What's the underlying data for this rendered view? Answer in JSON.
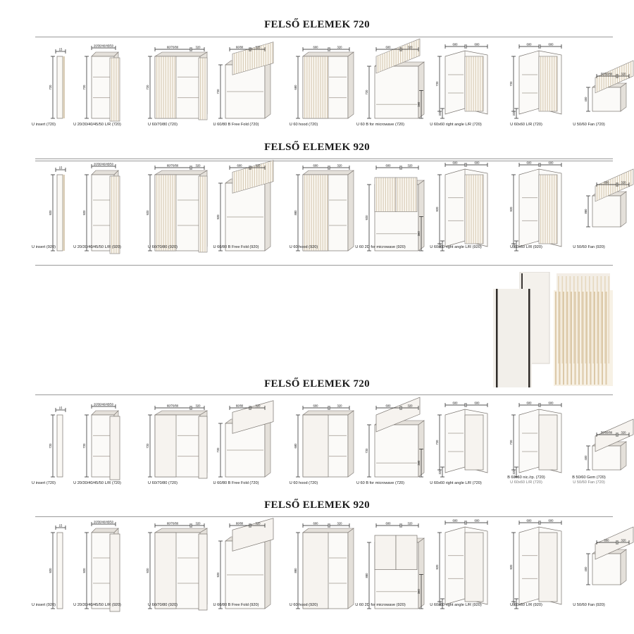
{
  "sections": [
    {
      "title": "FELSŐ ELEMEK 720",
      "finish": "fluted",
      "items": [
        {
          "type": "insert",
          "label": "U insert (720)",
          "dims": [
            "15",
            "720"
          ]
        },
        {
          "type": "single",
          "label": "U 20/30/40/45/50 L/R (720)",
          "dims": [
            "20/30/40/45/50",
            "720"
          ]
        },
        {
          "type": "double",
          "label": "U 60/70/80 (720)",
          "dims": [
            "60/70/80",
            "320",
            "720"
          ]
        },
        {
          "type": "flap",
          "label": "U 60/80 B Free Fold (720)",
          "dims": [
            "60/80",
            "320",
            "720"
          ]
        },
        {
          "type": "hood",
          "label": "U 60 hood (720)",
          "dims": [
            "600",
            "320",
            "680"
          ]
        },
        {
          "type": "micro",
          "label": "U 60 B for microwave (720)",
          "dims": [
            "600",
            "320",
            "720",
            "380"
          ]
        },
        {
          "type": "corner",
          "label": "U 60x60 right angle L/R (720)",
          "dims": [
            "600",
            "600",
            "720",
            "320"
          ]
        },
        {
          "type": "corner",
          "label": "U 60x60 L/R (720)",
          "dims": [
            "600",
            "600",
            "720",
            "320"
          ]
        },
        {
          "type": "fan",
          "label": "U 50/60 Fan (720)",
          "dims": [
            "50/60/80",
            "320",
            "400"
          ]
        }
      ]
    },
    {
      "title": "FELSŐ ELEMEK 920",
      "finish": "fluted",
      "items": [
        {
          "type": "insert",
          "label": "U insert (920)",
          "dims": [
            "15",
            "920"
          ]
        },
        {
          "type": "single",
          "label": "U 20/30/40/45/50 L/R (920)",
          "dims": [
            "20/30/40/45/50",
            "920"
          ]
        },
        {
          "type": "double",
          "label": "U 60/70/80 (920)",
          "dims": [
            "60/70/80",
            "320",
            "920"
          ]
        },
        {
          "type": "flap",
          "label": "U 60/80 B Free Fold (920)",
          "dims": [
            "600",
            "320",
            "920"
          ]
        },
        {
          "type": "hood",
          "label": "U 60 hood (920)",
          "dims": [
            "600",
            "320",
            "880"
          ]
        },
        {
          "type": "micro",
          "label": "U 60 2D for microwave (920)",
          "dims": [
            "600",
            "320",
            "920",
            "380"
          ]
        },
        {
          "type": "corner",
          "label": "U 60x60 right angle L/R (920)",
          "dims": [
            "600",
            "600",
            "920",
            "320"
          ]
        },
        {
          "type": "corner",
          "label": "U 60x60 L/R (920)",
          "dims": [
            "600",
            "600",
            "920",
            "320"
          ]
        },
        {
          "type": "fan",
          "label": "U 50/60 Fan (920)",
          "dims": [
            "600",
            "320",
            "880"
          ]
        }
      ]
    },
    {
      "title": "FELSŐ ELEMEK 720",
      "finish": "plain",
      "items": [
        {
          "type": "insert",
          "label": "U insert (720)",
          "dims": [
            "15",
            "720"
          ]
        },
        {
          "type": "single",
          "label": "U 20/30/40/45/50 L/R (720)",
          "dims": [
            "20/30/40/45/50",
            "720"
          ]
        },
        {
          "type": "double",
          "label": "U 60/70/80 (720)",
          "dims": [
            "60/70/80",
            "320",
            "720"
          ]
        },
        {
          "type": "flap",
          "label": "U 60/80 B Free Fold (720)",
          "dims": [
            "60/80",
            "320",
            "720"
          ]
        },
        {
          "type": "hood",
          "label": "U 60 hood (720)",
          "dims": [
            "600",
            "320",
            "680"
          ]
        },
        {
          "type": "micro",
          "label": "U 60 B for microwave (720)",
          "dims": [
            "600",
            "320",
            "720",
            "380"
          ]
        },
        {
          "type": "corner",
          "label": "U 60x60 right angle L/R (720)",
          "dims": [
            "600",
            "600",
            "720",
            "320"
          ]
        },
        {
          "type": "corner",
          "label": "B 60x60 nic./rp. (720)",
          "label2": "U 60x60 L/R (720)",
          "dims": [
            "600",
            "600",
            "720",
            "320"
          ]
        },
        {
          "type": "fan",
          "label": "B 50/60 Gem (720)",
          "label2": "U 50/60 Fan (720)",
          "dims": [
            "50/60/80",
            "320",
            "400"
          ]
        }
      ]
    },
    {
      "title": "FELSŐ ELEMEK 920",
      "finish": "plain",
      "items": [
        {
          "type": "insert",
          "label": "U insert (920)",
          "dims": [
            "15",
            "920"
          ]
        },
        {
          "type": "single",
          "label": "U 20/30/40/45/50 L/R (920)",
          "dims": [
            "20/30/40/45/50",
            "920"
          ]
        },
        {
          "type": "double",
          "label": "U 60/70/80 (920)",
          "dims": [
            "60/70/80",
            "320",
            "920"
          ]
        },
        {
          "type": "flap",
          "label": "U 60/80 B Free Fold (920)",
          "dims": [
            "60/80",
            "320",
            "920"
          ]
        },
        {
          "type": "hood",
          "label": "U 60 hood (920)",
          "dims": [
            "600",
            "320",
            "880"
          ]
        },
        {
          "type": "micro",
          "label": "U 60 2D for microwave (920)",
          "dims": [
            "600",
            "320",
            "880",
            "380"
          ]
        },
        {
          "type": "corner",
          "label": "U 60x60 right angle L/R (920)",
          "dims": [
            "600",
            "600",
            "920",
            "320"
          ]
        },
        {
          "type": "corner",
          "label": "U 60x60 L/R (920)",
          "dims": [
            "600",
            "600",
            "920",
            "320"
          ]
        },
        {
          "type": "fan",
          "label": "U 50/60 Fan (920)",
          "dims": [
            "600",
            "320",
            "400"
          ]
        }
      ]
    }
  ],
  "colors": {
    "panel": "#f6f3ef",
    "panel_side": "#e4e0da",
    "edge": "#7a7570",
    "flute_light": "#fbf8f2",
    "flute_dark": "#d9cdb8",
    "dim_line": "#1a1a1a"
  }
}
